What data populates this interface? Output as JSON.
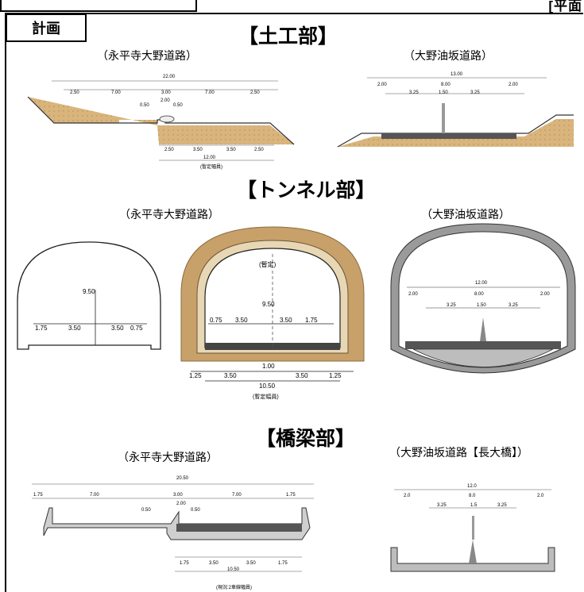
{
  "header": {
    "corner_text": "[平面",
    "tag": "計画"
  },
  "sections": {
    "earthwork": {
      "title": "【土工部】",
      "left_caption": "（永平寺大野道路）",
      "right_caption": "（大野油坂道路）",
      "left_dims": {
        "total": "22.00",
        "a": "2.50",
        "b": "7.00",
        "c": "3.00",
        "d": "7.00",
        "e": "2.50",
        "f": "2.00",
        "g": "0.50",
        "h": "0.50",
        "bot1": "2.50",
        "bot2": "3.50",
        "bot3": "3.50",
        "bot4": "2.50",
        "bot_total": "12.00",
        "provisional": "(暫定幅員)"
      },
      "right_dims": {
        "total": "13.00",
        "a": "2.00",
        "b": "8.00",
        "c": "2.00",
        "d": "3.25",
        "e": "1.50",
        "f": "3.25"
      }
    },
    "tunnel": {
      "title": "【トンネル部】",
      "left_caption": "（永平寺大野道路）",
      "right_caption": "（大野油坂道路）",
      "simple_dims": {
        "height": "9.50",
        "a": "1.75",
        "b": "3.50",
        "c": "3.50",
        "d": "0.75"
      },
      "lined_dims": {
        "label_top": "(暫定)",
        "height": "9.50",
        "a": "0.75",
        "b": "3.50",
        "c": "3.50",
        "d": "1.75",
        "bot1": "1.25",
        "bot2": "3.50",
        "bot3": "1.00",
        "bot4": "3.50",
        "bot5": "1.25",
        "bot_total": "10.50",
        "provisional": "(暫定幅員)"
      },
      "right_dims": {
        "total": "12.00",
        "a": "2.00",
        "b": "8.00",
        "c": "2.00",
        "d": "3.25",
        "e": "1.50",
        "f": "3.25"
      }
    },
    "bridge": {
      "title": "【橋梁部】",
      "left_caption": "（永平寺大野道路）",
      "right_caption": "（大野油坂道路【長大橋】）",
      "left_dims": {
        "total": "20.50",
        "a": "1.75",
        "b": "7.00",
        "c": "3.00",
        "d": "7.00",
        "e": "1.75",
        "f": "2.00",
        "g": "0.50",
        "h": "0.50",
        "bot1": "1.75",
        "bot2": "3.50",
        "bot3": "3.50",
        "bot4": "1.75",
        "bot_total": "10.50",
        "provisional": "(現況:2車線幅員)"
      },
      "right_dims": {
        "total": "12.0",
        "a": "2.0",
        "b": "8.0",
        "c": "2.0",
        "d": "3.25",
        "e": "1.5",
        "f": "3.25"
      }
    }
  }
}
